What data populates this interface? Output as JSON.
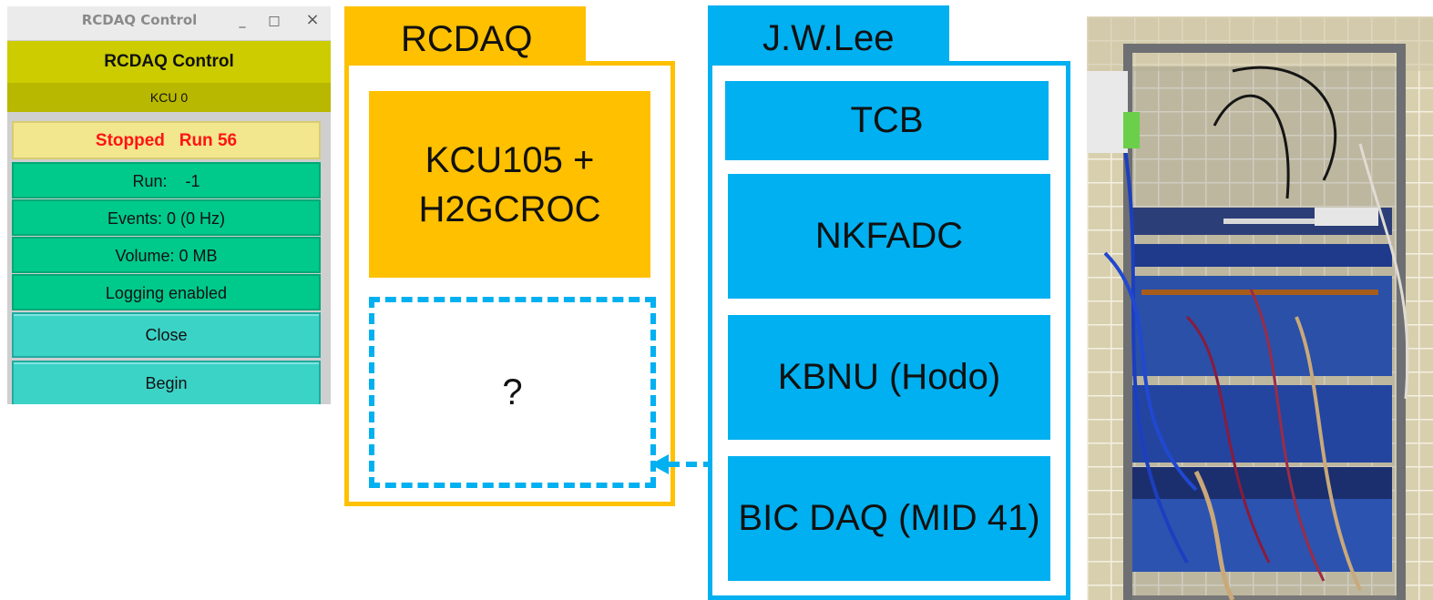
{
  "window": {
    "title": "RCDAQ Control",
    "minimize_glyph": "_",
    "maximize_glyph": "□",
    "close_glyph": "×",
    "header": "RCDAQ Control",
    "subheader": "KCU 0",
    "status": "Stopped   Run 56",
    "info": [
      "Run:    -1",
      "Events: 0 (0 Hz)",
      "Volume: 0 MB",
      "Logging enabled"
    ],
    "buttons": [
      "Close",
      "Begin"
    ],
    "colors": {
      "status_text": "#ff1414",
      "header": "#cccc00",
      "info_bg": "#00c98c",
      "button_bg": "#3cd3c7"
    }
  },
  "diagram": {
    "rcdaq": {
      "tab_label": "RCDAQ",
      "block_lines": [
        "KCU105 +",
        "H2GCROC"
      ],
      "placeholder": "?",
      "color": "#ffc000"
    },
    "jwlee": {
      "tab_label": "J.W.Lee",
      "blocks": [
        "TCB",
        "NKFADC",
        "KBNU (Hodo)",
        "BIC DAQ (MID 41)"
      ],
      "color": "#00b0f0"
    },
    "arrow": {
      "style": "dashed",
      "direction": "left",
      "color": "#00b0f0"
    }
  },
  "photo": {
    "subject": "DAQ electronics rack",
    "icon": "rack-photo"
  }
}
